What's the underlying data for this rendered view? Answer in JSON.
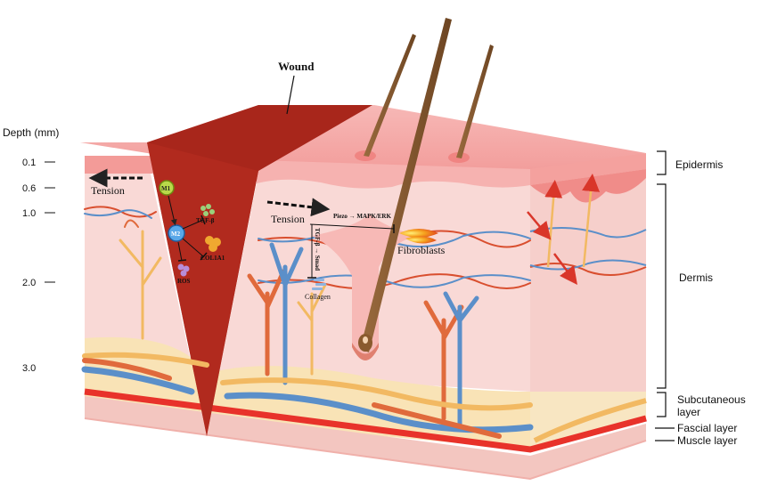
{
  "title": "Wound",
  "depth_axis": {
    "label": "Depth (mm)",
    "ticks": [
      "0.1",
      "0.6",
      "1.0",
      "2.0",
      "3.0"
    ]
  },
  "layers": {
    "epidermis": "Epidermis",
    "dermis": "Dermis",
    "subcutaneous_line1": "Subcutaneous",
    "subcutaneous_line2": "layer",
    "fascial": "Fascial layer",
    "muscle": "Muscle layer"
  },
  "labels": {
    "tension_left": "Tension",
    "tension_right": "Tension",
    "m1": "M1",
    "m2": "M2",
    "tgf_beta": "TGF-β",
    "col1a1": "COL1A1",
    "ros": "ROS",
    "piezo_pathway": "Piezo → MAPK/ERK",
    "tgf_smad": "TGF-β → Smad",
    "fibroblasts": "Fibroblasts",
    "collagen": "Collagen"
  },
  "colors": {
    "wound": "#a8261b",
    "skin_top": "#f4a9a8",
    "dermis": "#f9d3d0",
    "subcutaneous_fat": "#f6e0b0",
    "fascia": "#e8342c",
    "artery": "#e06a3c",
    "vein": "#5b8fc9",
    "nerve": "#f2b962"
  }
}
